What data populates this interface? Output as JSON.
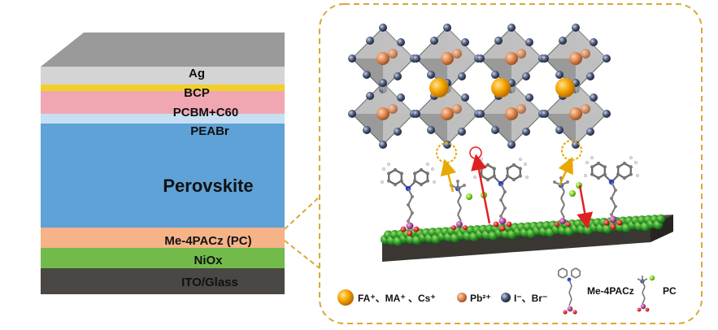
{
  "stack": {
    "layers": [
      {
        "name": "ag-layer",
        "label": "Ag",
        "color": "#d4d4d4",
        "side": "#aaaaaa"
      },
      {
        "name": "bcp-layer",
        "label": "BCP",
        "color": "#f2cf2a",
        "side": "#cfa915"
      },
      {
        "name": "pcbm-layer",
        "label": "PCBM+C60",
        "color": "#f1a7b2",
        "side": "#d2828f"
      },
      {
        "name": "peabr-layer",
        "label": "PEABr",
        "color": "#c7dff2",
        "side": "#9dbcd6"
      },
      {
        "name": "perovskite-layer",
        "label": "Perovskite",
        "color": "#5ea2d8",
        "side": "#3f7fb5"
      },
      {
        "name": "me4pacz-layer",
        "label": "Me-4PACz (PC)",
        "color": "#f5b387",
        "side": "#d38f61"
      },
      {
        "name": "niox-layer",
        "label": "NiOx",
        "color": "#72bb4a",
        "side": "#4f942f"
      },
      {
        "name": "ito-layer",
        "label": "ITO/Glass",
        "color": "#4a4744",
        "side": "#2f2d2b"
      }
    ]
  },
  "legend": {
    "cation": "FA⁺、MA⁺ 、Cs⁺",
    "lead": "Pb²⁺",
    "halide": "I⁻、Br⁻",
    "sam": "Me-4PACz",
    "pc": "PC"
  },
  "colors": {
    "cation": "#f5a300",
    "lead": "#d9834f",
    "halide": "#4c5a78",
    "octahedron": "#8a8a8a",
    "substrate": "#3a3632",
    "green_layer": "#2e9a27",
    "dash_border": "#d6a93a",
    "arrow_red": "#e02020",
    "arrow_gold": "#e9a800",
    "chlorine": "#7ed321",
    "phosphorus": "#b04a9a",
    "oxygen": "#e02d2d",
    "nitrogen": "#1f3fd1"
  }
}
